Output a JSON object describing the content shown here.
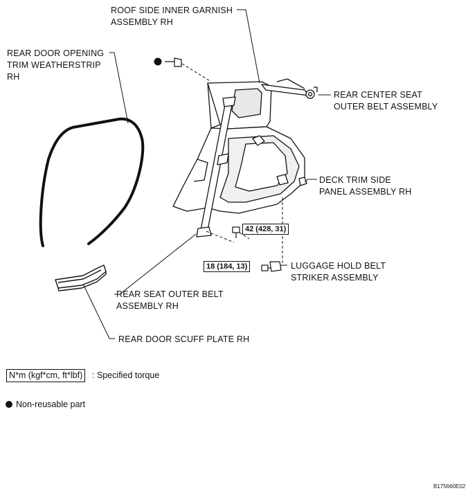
{
  "labels": {
    "roof_garnish_1": "ROOF SIDE INNER GARNISH",
    "roof_garnish_2": "ASSEMBLY RH",
    "weatherstrip_1": "REAR DOOR OPENING",
    "weatherstrip_2": "TRIM WEATHERSTRIP",
    "weatherstrip_3": "RH",
    "center_belt_1": "REAR CENTER SEAT",
    "center_belt_2": "OUTER BELT ASSEMBLY",
    "deck_trim_1": "DECK TRIM SIDE",
    "deck_trim_2": "PANEL ASSEMBLY RH",
    "luggage_1": "LUGGAGE HOLD BELT",
    "luggage_2": "STRIKER ASSEMBLY",
    "seat_belt_1": "REAR SEAT OUTER BELT",
    "seat_belt_2": "ASSEMBLY RH",
    "scuff_plate": "REAR DOOR SCUFF PLATE RH"
  },
  "torques": {
    "belt_anchor": "42 (428, 31)",
    "striker": "18 (184, 13)"
  },
  "legend": {
    "torque_unit": "N*m (kgf*cm, ft*lbf)",
    "torque_desc": ": Specified torque",
    "non_reusable": "Non-reusable part"
  },
  "figure_code": "B175660E02"
}
